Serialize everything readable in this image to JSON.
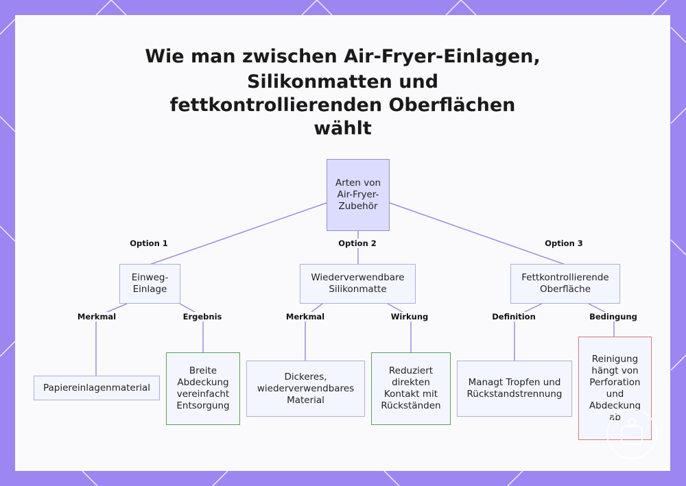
{
  "title_lines": [
    "Wie man zwischen Air-Fryer-Einlagen,",
    "Silikonmatten und",
    "fettkontrollierenden Oberflächen",
    "wählt"
  ],
  "nodes": {
    "root": "Arten von Air-Fryer-Zubehör",
    "einweg": "Einweg-Einlage",
    "silikon": "Wiederverwendbare Silikonmatte",
    "fett": "Fettkontrollierende Oberfläche",
    "papier": "Papiereinlagenmaterial",
    "breite": "Breite Abdeckung vereinfacht Entsorgung",
    "dickeres": "Dickeres, wiederverwendbares Material",
    "reduziert": "Reduziert direkten Kontakt mit Rückständen",
    "managt": "Managt Tropfen und Rückstandstrennung",
    "reinigung": "Reinigung hängt von Perforation und Abdeckung ab"
  },
  "edge_labels": {
    "option1": "Option 1",
    "option2": "Option 2",
    "option3": "Option 3",
    "merkmal1": "Merkmal",
    "ergebnis": "Ergebnis",
    "merkmal2": "Merkmal",
    "wirkung": "Wirkung",
    "definition": "Definition",
    "bedingung": "Bedingung"
  },
  "colors": {
    "background_frame": "#9b86f2",
    "panel": "#fafafc",
    "edge": "#a58ad8",
    "root_fill": "#dcdcff",
    "positive_border": "#5aa05a",
    "condition_border": "#d47a7a"
  }
}
